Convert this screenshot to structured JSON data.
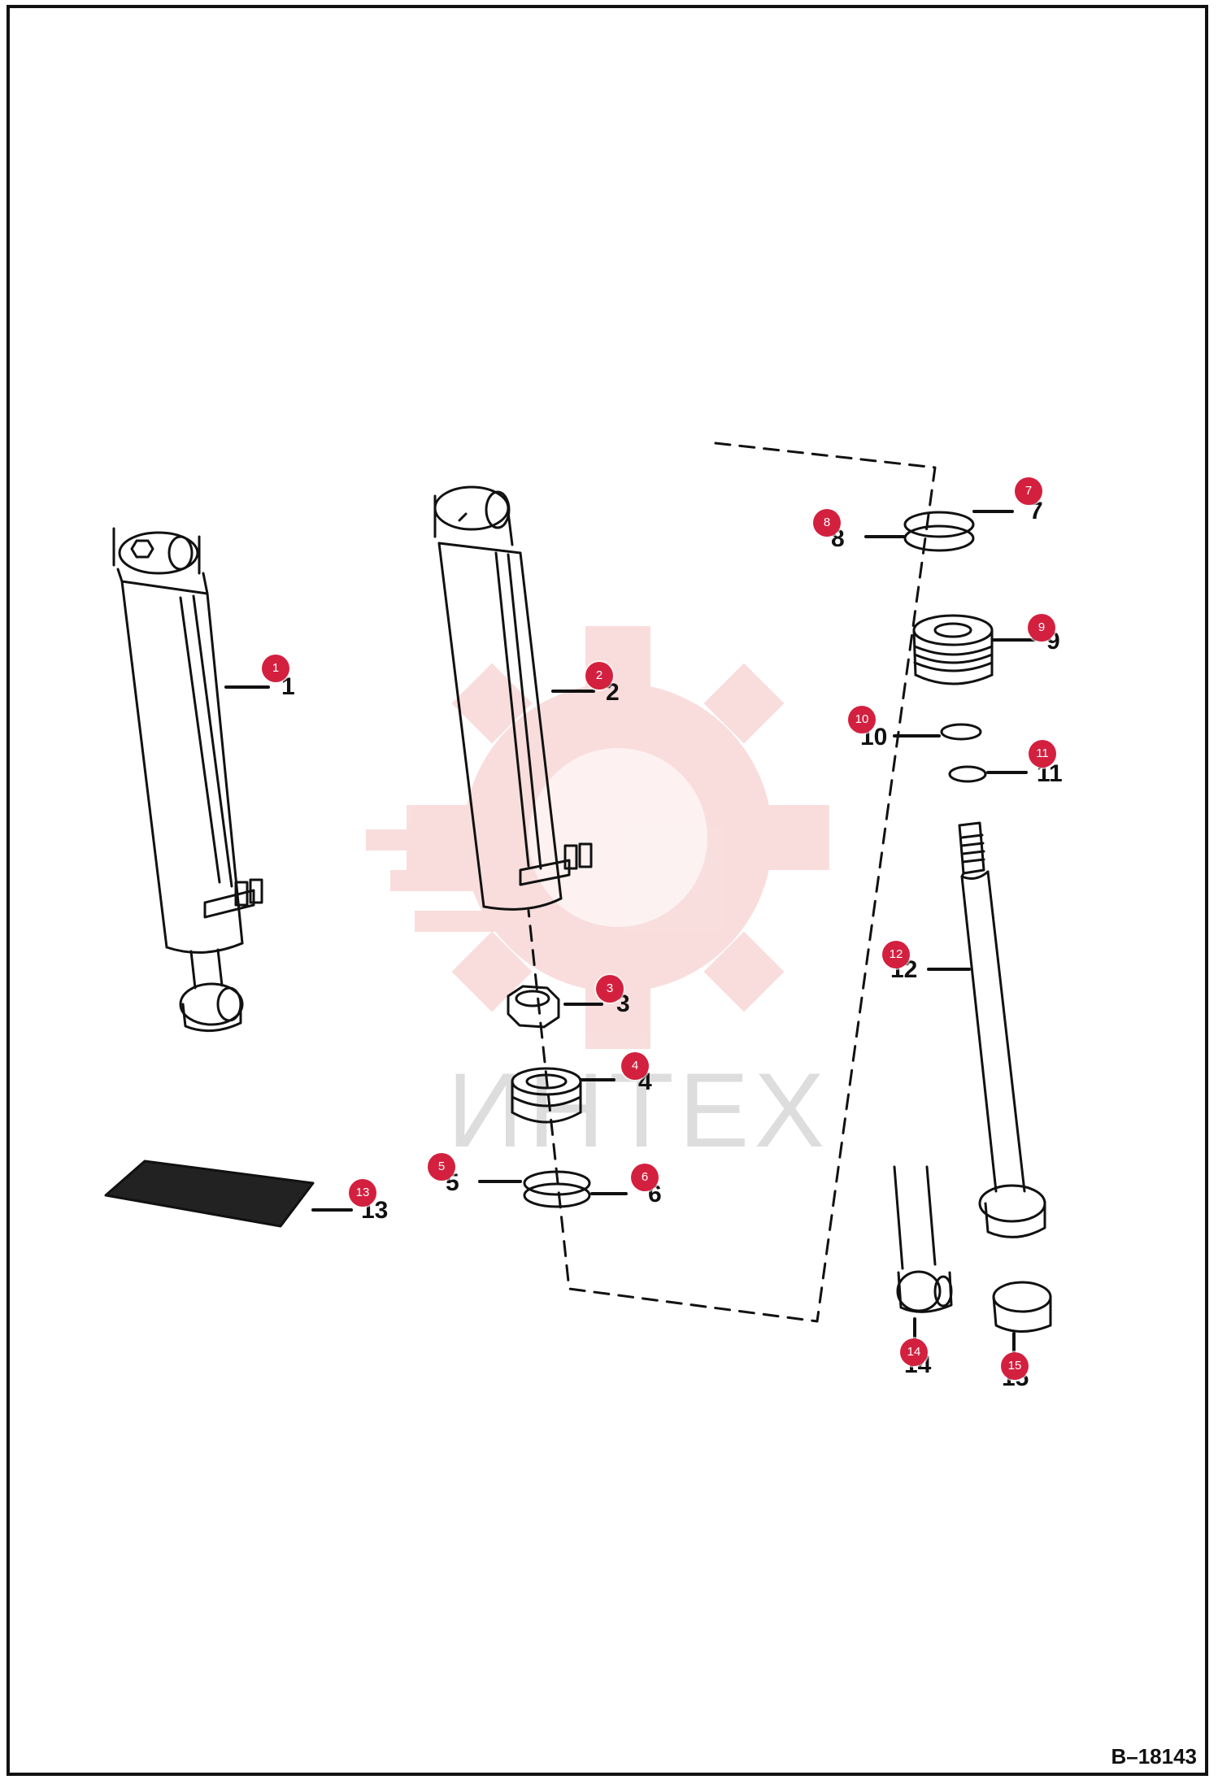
{
  "drawing_id": "B–18143",
  "watermark": "ИНТЕX",
  "part_labels": [
    "1",
    "2",
    "3",
    "4",
    "5",
    "6",
    "7",
    "8",
    "9",
    "10",
    "11",
    "12",
    "13",
    "14",
    "15"
  ],
  "callouts": [
    "1",
    "2",
    "3",
    "4",
    "5",
    "6",
    "7",
    "8",
    "9",
    "10",
    "11",
    "12",
    "13",
    "14",
    "15"
  ],
  "colors": {
    "callout": "#d3203f",
    "line": "#111111",
    "watermark": "#f2c5c5"
  }
}
